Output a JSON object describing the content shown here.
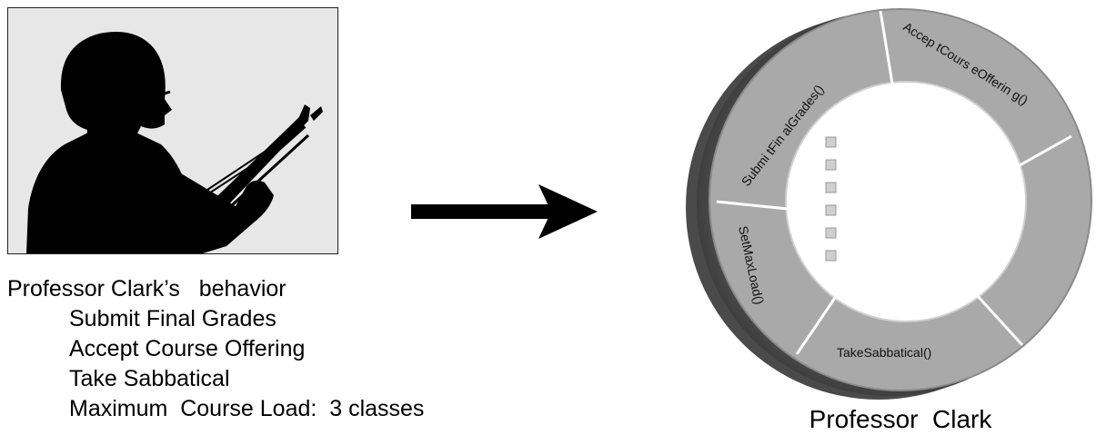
{
  "behavior": {
    "heading": "Professor Clark’s   behavior",
    "items": [
      "Submit Final Grades",
      "Accept Course Offering",
      "Take Sabbatical",
      "Maximum  Course Load:  3 classes"
    ]
  },
  "object": {
    "caption": "Professor  Clark",
    "methods": [
      "Submi tFin alGrades()",
      "Accep tCours  eOfferin  g()",
      "TakeSabbatical()",
      "SetMaxLoad()"
    ]
  },
  "colors": {
    "ring": "#a9a9a9",
    "ring_shadow": "#5a5a5a",
    "photo_background": "#e7e7e7",
    "silhouette": "#000000"
  },
  "icons": [
    "silhouette-photo",
    "arrow-right-icon",
    "data-square-icon"
  ]
}
